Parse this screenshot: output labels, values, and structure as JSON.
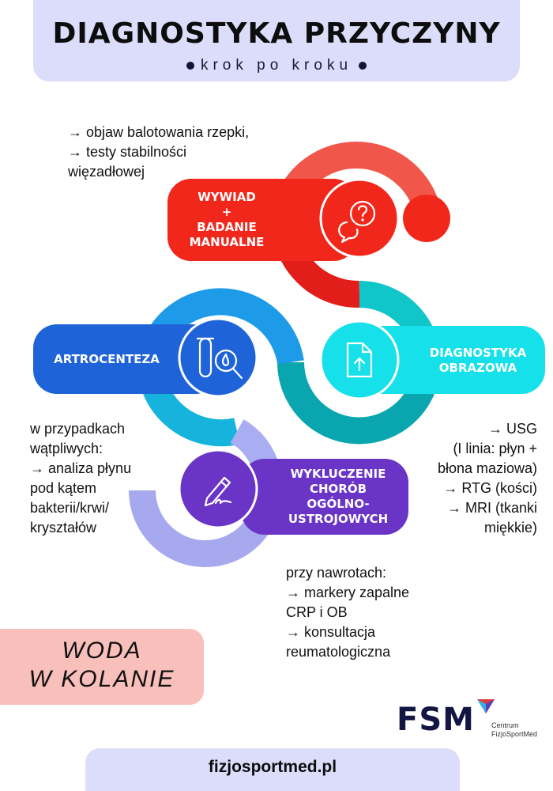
{
  "header": {
    "title": "DIAGNOSTYKA PRZYCZYNY",
    "subtitle": "krok po kroku"
  },
  "steps": [
    {
      "id": "wywiad",
      "label_lines": [
        "WYWIAD",
        "+",
        "BADANIE",
        "MANUALNE"
      ],
      "icon": "question-chat-icon",
      "color": "#f2271b",
      "notes": [
        "→ objaw balotowania rzepki,",
        "→ testy stabilności",
        "więzadłowej"
      ]
    },
    {
      "id": "diagnostyka-obrazowa",
      "label_lines": [
        "DIAGNOSTYKA",
        "OBRAZOWA"
      ],
      "icon": "document-upload-icon",
      "color": "#16e1ea",
      "notes": [
        "→ USG",
        "(I linia: płyn +",
        "błona maziowa)",
        "→ RTG (kości)",
        "→ MRI (tkanki",
        "miękkie)"
      ]
    },
    {
      "id": "artrocenteza",
      "label_lines": [
        "ARTROCENTEZA"
      ],
      "icon": "test-tube-magnifier-icon",
      "color": "#1f63d8",
      "notes": [
        "w przypadkach",
        "wątpliwych:",
        "→ analiza płynu",
        "pod kątem",
        "bakterii/krwi/",
        "kryształów"
      ]
    },
    {
      "id": "wykluczenie",
      "label_lines": [
        "WYKLUCZENIE",
        "CHORÓB",
        "OGÓLNO-",
        "USTROJOWYCH"
      ],
      "icon": "pen-signature-icon",
      "color": "#6a35c6",
      "notes": [
        "przy nawrotach:",
        "→ markery zapalne",
        "CRP i OB",
        "→ konsultacja",
        "reumatologiczna"
      ]
    }
  ],
  "badge": {
    "lines": [
      "WODA",
      "W KOLANIE"
    ]
  },
  "logo": {
    "name": "FSM",
    "sub_lines": [
      "Centrum",
      "FizjoSportMed"
    ]
  },
  "footer": {
    "website": "fizjosportmed.pl"
  }
}
